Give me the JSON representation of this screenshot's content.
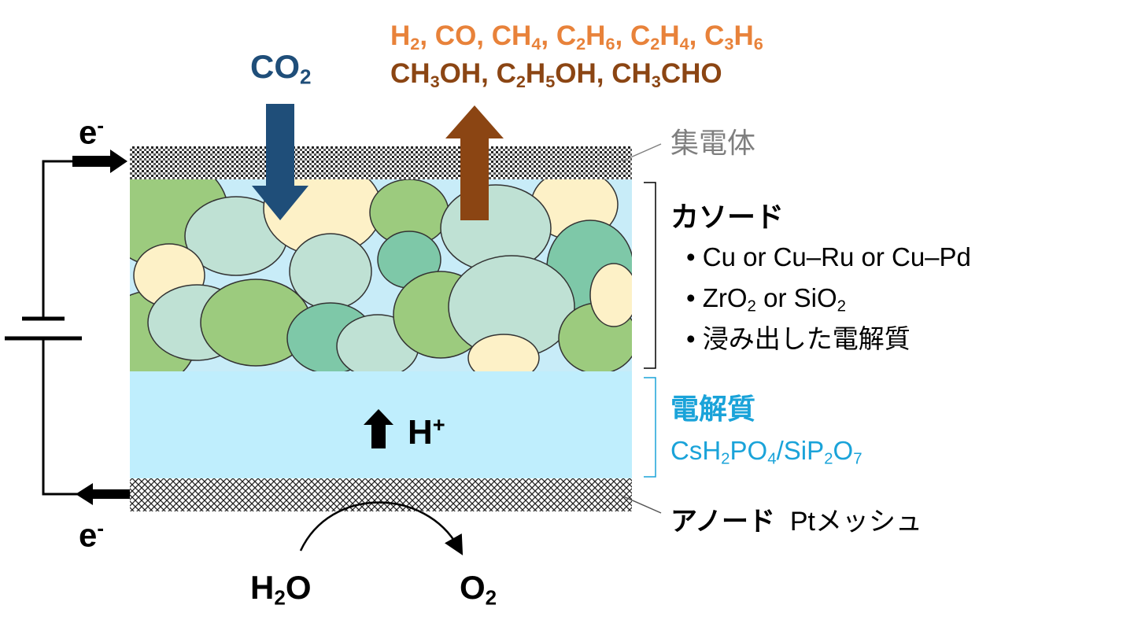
{
  "products": {
    "gases": [
      "H₂",
      "CO",
      "CH₄",
      "C₂H₆",
      "C₂H₄",
      "C₃H₆"
    ],
    "liquids": [
      "CH₃OH",
      "C₂H₅OH",
      "CH₃CHO"
    ]
  },
  "inlet": "CO₂",
  "electron_top": "e⁻",
  "electron_bottom": "e⁻",
  "collector_label": "集電体",
  "cathode": {
    "title": "カソード",
    "items": [
      "Cu or Cu–Ru or Cu–Pd",
      "ZrO₂ or SiO₂",
      "浸み出した電解質"
    ]
  },
  "electrolyte": {
    "title": "電解質",
    "formula": "CsH₂PO₄/SiP₂O₇"
  },
  "proton": "H⁺",
  "anode": {
    "name": "アノード",
    "material": "Ptメッシュ"
  },
  "anode_reactant": "H₂O",
  "anode_product": "O₂",
  "colors": {
    "inlet_arrow": "#1f4e79",
    "outlet_arrow": "#8b4513",
    "gas_products": "#e8823a",
    "liquid_products": "#8b4513",
    "electrolyte": "#bfeefd",
    "electrolyte_text": "#1aa3d9",
    "particle_green": "#9ccb7e",
    "particle_teal": "#7ec8a8",
    "particle_pale": "#bfe1d4",
    "particle_cream": "#fdf1c7"
  }
}
